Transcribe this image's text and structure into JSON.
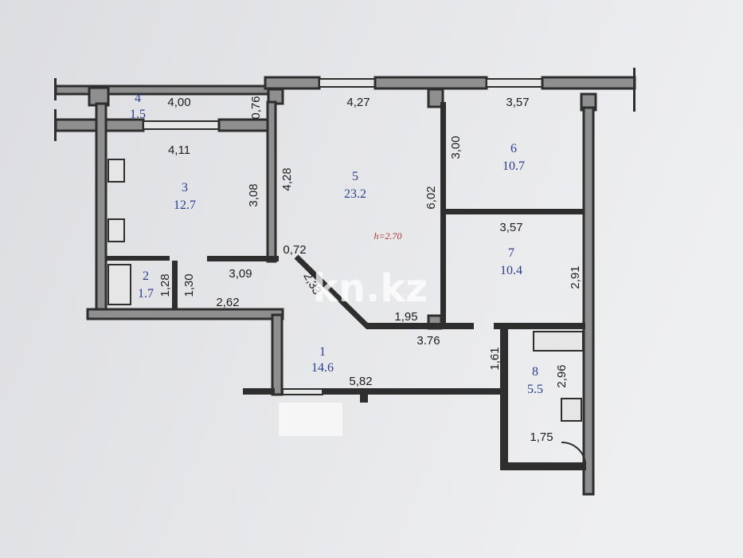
{
  "rooms": [
    {
      "number": "1",
      "area": "14.6"
    },
    {
      "number": "2",
      "area": "1.7"
    },
    {
      "number": "3",
      "area": "12.7"
    },
    {
      "number": "4",
      "area": "1.5"
    },
    {
      "number": "5",
      "area": "23.2"
    },
    {
      "number": "6",
      "area": "10.7"
    },
    {
      "number": "7",
      "area": "10.4"
    },
    {
      "number": "8",
      "area": "5.5"
    }
  ],
  "dimensions": [
    "4,00",
    "0,76",
    "4,11",
    "3,08",
    "4,28",
    "4,27",
    "3,57",
    "3,00",
    "6,02",
    "3,57",
    "2,91",
    "0,72",
    "3,09",
    "1,28",
    "1,30",
    "2,62",
    "2,33",
    "1,95",
    "3.76",
    "1,61",
    "2,96",
    "5,82",
    "1,75"
  ],
  "ceiling_height": "h=2.70",
  "watermark": "kn.kz",
  "colors": {
    "walls": "#8f8f8f",
    "outline": "#2e2e2e",
    "room_labels": "#2a3f8f",
    "height_label": "#b03030"
  }
}
